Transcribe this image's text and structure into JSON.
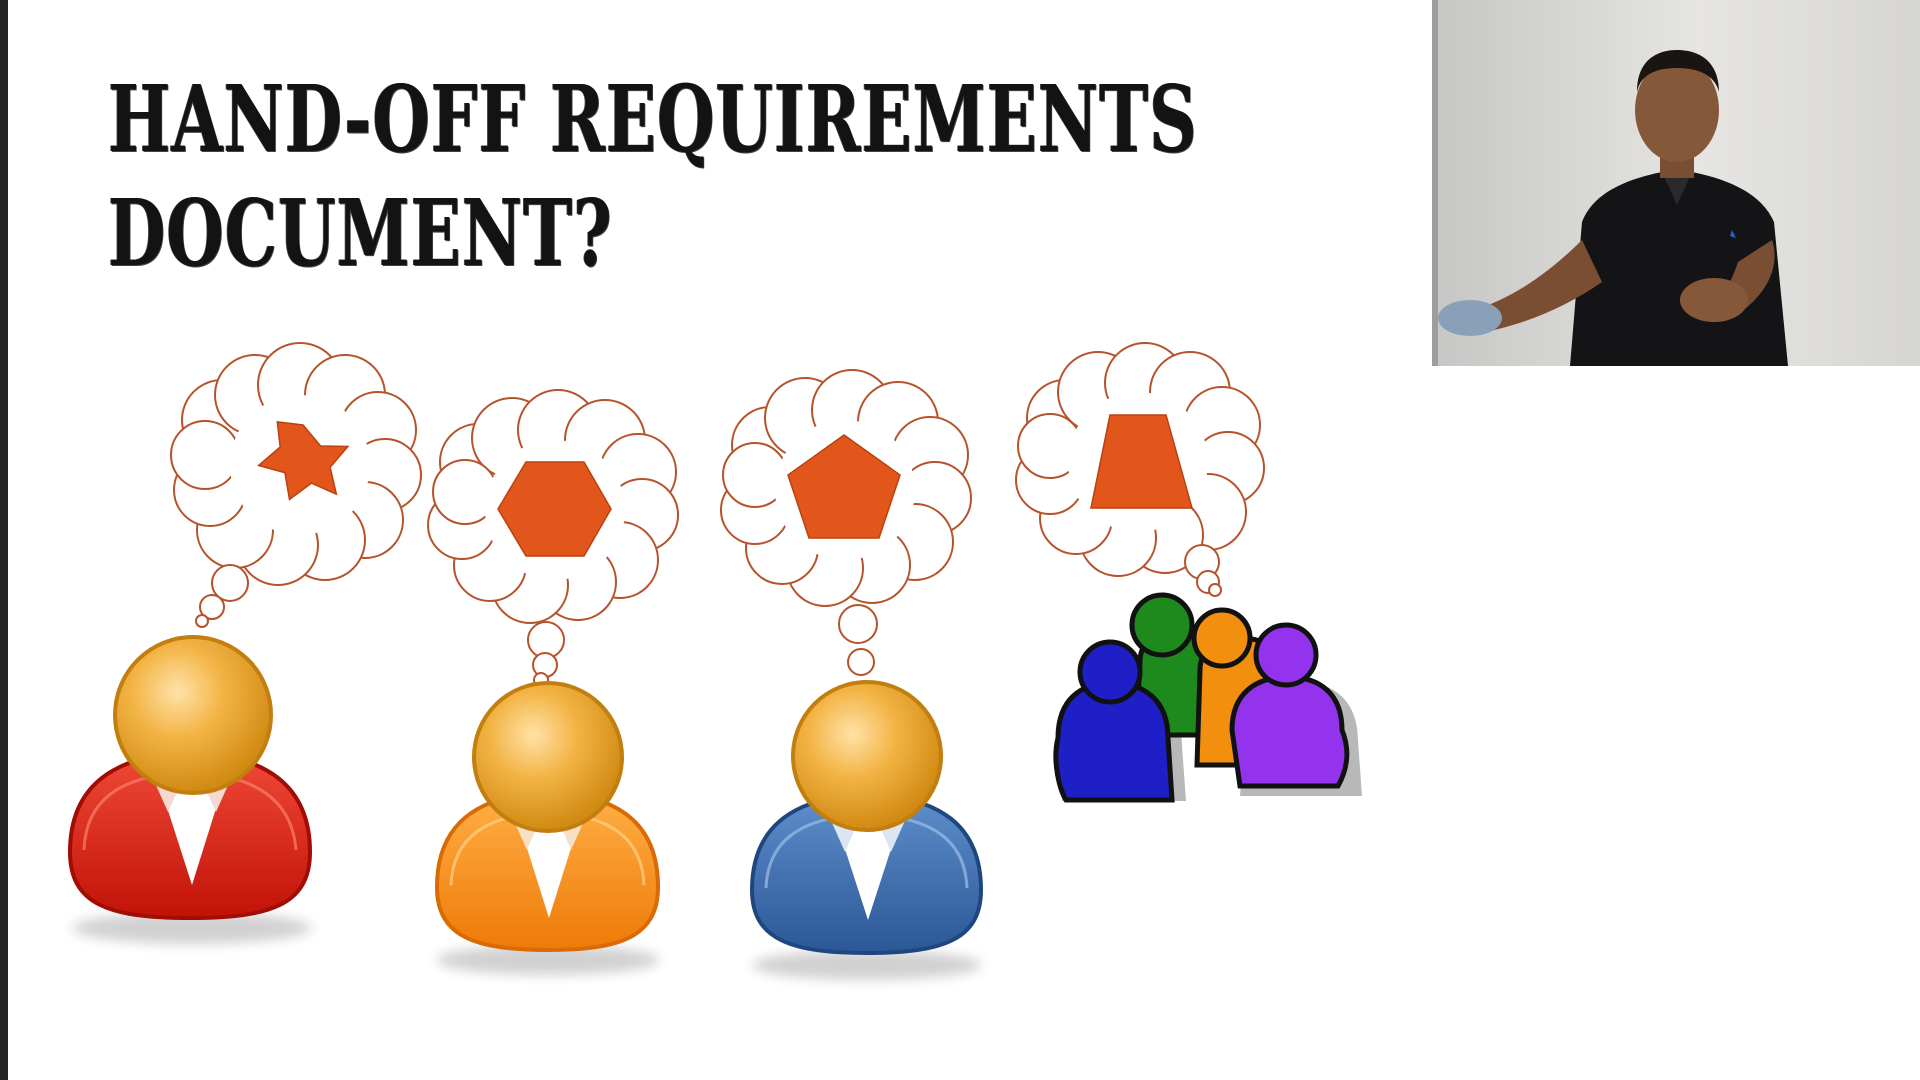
{
  "slide": {
    "title_line1": "HAND-OFF REQUIREMENTS",
    "title_line2": "DOCUMENT?"
  },
  "people": [
    {
      "role": "person-red",
      "shirt_color": "#d91a0c",
      "thought_shape": "star-icon"
    },
    {
      "role": "person-orange",
      "shirt_color": "#f7880f",
      "thought_shape": "hexagon-icon"
    },
    {
      "role": "person-blue",
      "shirt_color": "#3a6db0",
      "thought_shape": "pentagon-icon"
    },
    {
      "role": "group",
      "thought_shape": "trapezoid-icon",
      "member_colors": [
        "#1f1fc8",
        "#1e8a1e",
        "#f28f0f",
        "#9433ee"
      ]
    }
  ],
  "colors": {
    "shape_fill": "#e2561b",
    "cloud_stroke": "#b5532b",
    "head": "#f0a623"
  },
  "speaker_video": {
    "subject": "presenter-webcam"
  }
}
